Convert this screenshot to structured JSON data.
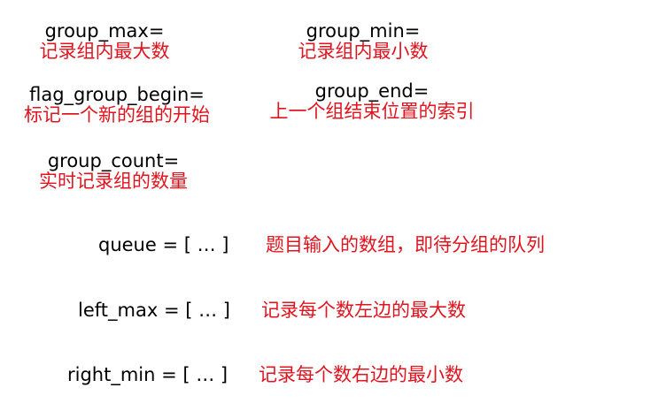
{
  "colors": {
    "text": "#000000",
    "desc": "#e0141e",
    "background": "#ffffff"
  },
  "vars": {
    "group_max": {
      "name": "group_max=",
      "desc": "记录组内最大数"
    },
    "group_min": {
      "name": "group_min=",
      "desc": "记录组内最小数"
    },
    "flag_group_begin": {
      "name": "flag_group_begin=",
      "desc": "标记一个新的组的开始"
    },
    "group_end": {
      "name": "group_end=",
      "desc": "上一个组结束位置的索引"
    },
    "group_count": {
      "name": "group_count=",
      "desc": "实时记录组的数量"
    }
  },
  "arrays": {
    "queue": {
      "expr": "queue = [   …   ]",
      "desc": "题目输入的数组，即待分组的队列"
    },
    "left_max": {
      "expr": "left_max = [   …   ]",
      "desc": "记录每个数左边的最大数"
    },
    "right_min": {
      "expr": "right_min = [   …   ]",
      "desc": "记录每个数右边的最小数"
    }
  }
}
